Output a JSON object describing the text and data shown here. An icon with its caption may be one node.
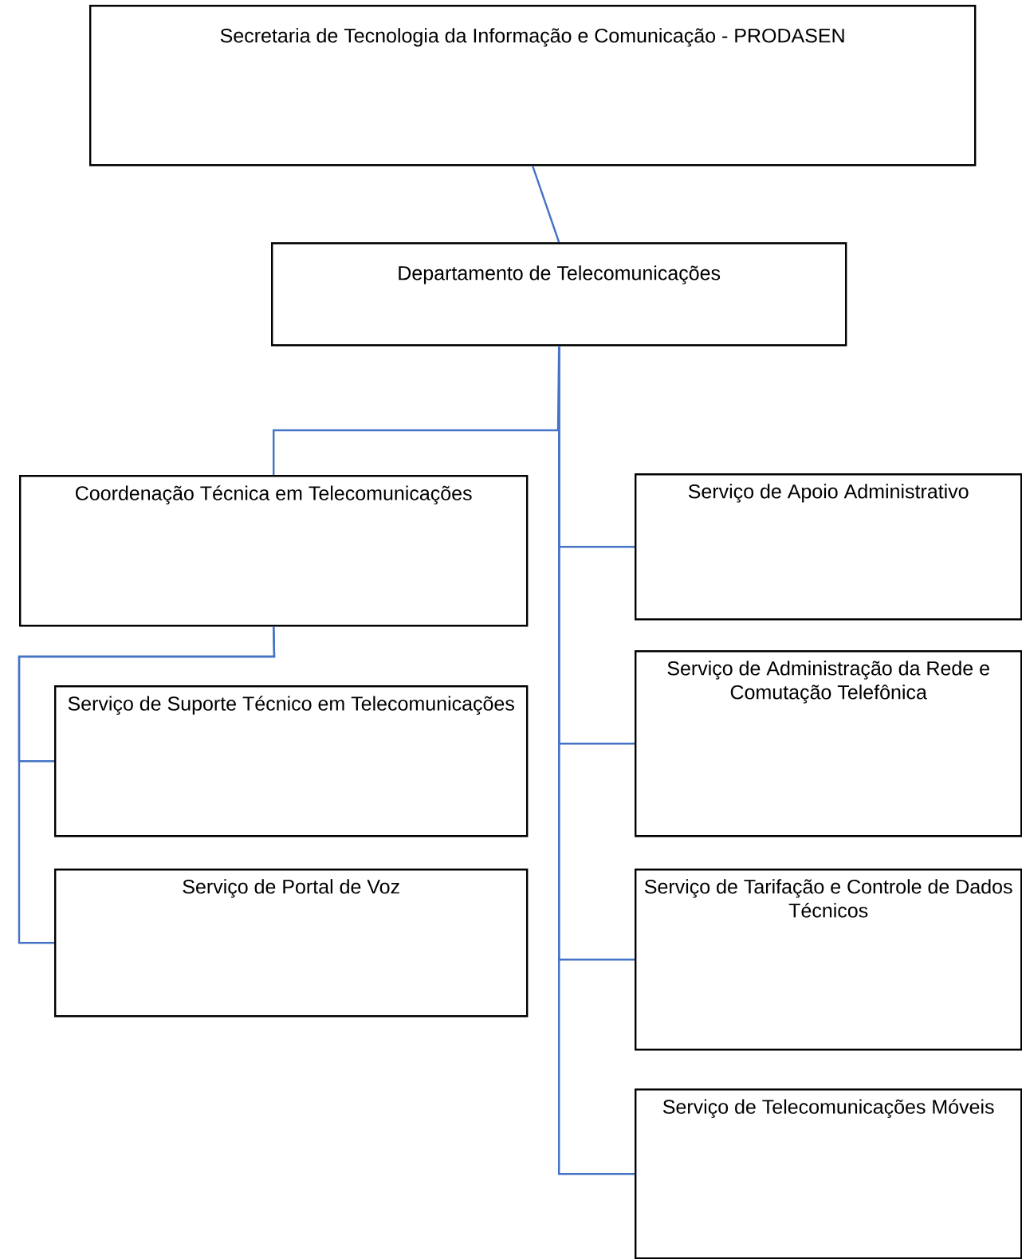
{
  "diagram": {
    "nodes": [
      {
        "text": [
          "Secretaria de Tecnologia da Informação e Comunicação - PRODASEN"
        ]
      },
      {
        "text": [
          "Departamento de Telecomunicações"
        ]
      },
      {
        "text": [
          "Coordenação Técnica em Telecomunicações"
        ]
      },
      {
        "text": [
          "Serviço de Suporte Técnico em Telecomunicações"
        ]
      },
      {
        "text": [
          "Serviço de Portal de Voz"
        ]
      },
      {
        "text": [
          "Serviço de Apoio Administrativo"
        ]
      },
      {
        "text": [
          "Serviço de Administração da Rede e Comutação Telefônica"
        ]
      },
      {
        "text": [
          "Serviço de Tarifação e Controle de Dados Técnicos"
        ]
      },
      {
        "text": [
          "Serviço de Telecomunicações Móveis"
        ]
      }
    ],
    "edges": [
      {
        "from": 0,
        "to": 1,
        "arrow": "none"
      },
      {
        "from": 1,
        "to": 2,
        "arrow": "none"
      },
      {
        "from": 1,
        "to": 5,
        "arrow": "none"
      },
      {
        "from": 1,
        "to": 6,
        "arrow": "none"
      },
      {
        "from": 1,
        "to": 7,
        "arrow": "none"
      },
      {
        "from": 1,
        "to": 8,
        "arrow": "none"
      },
      {
        "from": 2,
        "to": 3,
        "arrow": "none"
      },
      {
        "from": 2,
        "to": 4,
        "arrow": "none"
      }
    ]
  }
}
